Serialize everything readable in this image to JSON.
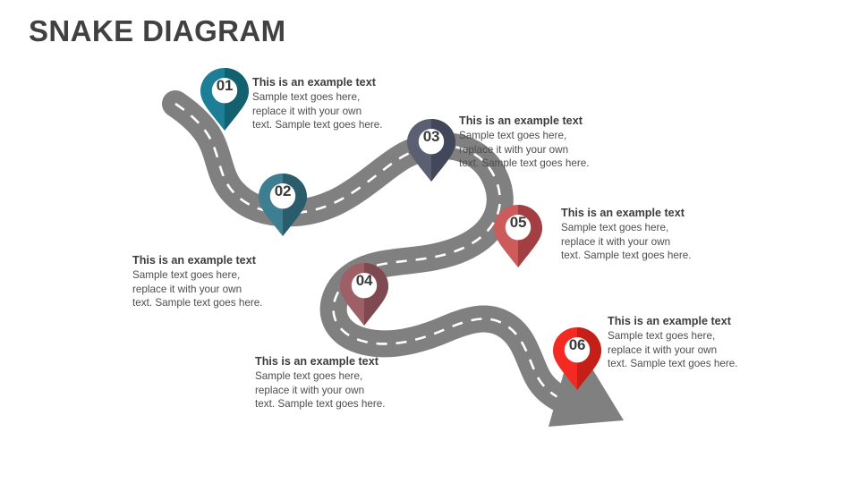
{
  "slide": {
    "title": "SNAKE DIAGRAM",
    "background_color": "#ffffff",
    "title_color": "#414141"
  },
  "road": {
    "color": "#808080",
    "centerline_color": "#ffffff",
    "arrow_color": "#808080"
  },
  "steps": [
    {
      "number": "01",
      "color_light": "#1d7f96",
      "color_dark": "#13616f",
      "heading": "This is an example text",
      "body_lines": [
        "Sample text goes here,",
        "replace it with your own",
        "text. Sample text goes here."
      ]
    },
    {
      "number": "02",
      "color_light": "#3d7e90",
      "color_dark": "#2a5c6c",
      "heading": "This is an example text",
      "body_lines": [
        "Sample text goes here,",
        "replace it with your own",
        "text. Sample text goes here."
      ]
    },
    {
      "number": "03",
      "color_light": "#5b5f72",
      "color_dark": "#43475a",
      "heading": "This is an example text",
      "body_lines": [
        "Sample text goes here,",
        "replace it with your own",
        "text. Sample text goes here."
      ]
    },
    {
      "number": "04",
      "color_light": "#9e5f67",
      "color_dark": "#7e4951",
      "heading": "This is an example text",
      "body_lines": [
        "Sample text goes here,",
        "replace it with your own",
        "text. Sample text goes here."
      ]
    },
    {
      "number": "05",
      "color_light": "#cc5b5b",
      "color_dark": "#a33f42",
      "heading": "This is an example text",
      "body_lines": [
        "Sample text goes here,",
        "replace it with your own",
        "text. Sample text goes here."
      ]
    },
    {
      "number": "06",
      "color_light": "#f42a22",
      "color_dark": "#c42018",
      "heading": "This is an example text",
      "body_lines": [
        "Sample text goes here,",
        "replace it with your own",
        "text. Sample text goes here."
      ]
    }
  ]
}
